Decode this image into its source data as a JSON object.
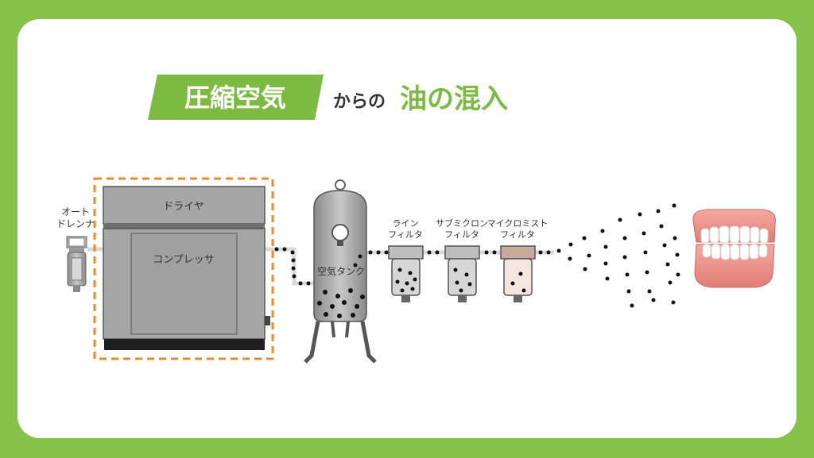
{
  "title": {
    "badge_text": "圧縮空気",
    "connector_text": "からの",
    "highlight_text": "油の混入"
  },
  "labels": {
    "auto_drain_line1": "オート",
    "auto_drain_line2": "ドレンナ",
    "dryer": "ドライヤ",
    "compressor": "コンプレッサ",
    "air_tank": "空気タンク",
    "line_filter_line1": "ライン",
    "line_filter_line2": "フィルタ",
    "submicron_filter_line1": "サブミクロン",
    "submicron_filter_line2": "フィルタ",
    "micromist_filter_line1": "マイクロミスト",
    "micromist_filter_line2": "フィルタ"
  },
  "colors": {
    "background_green": "#85c14b",
    "title_green": "#7cba42",
    "dashed_box_orange": "#e58a2e",
    "machine_gray": "#a6a6a6",
    "dot_black": "#111111"
  },
  "icons": {
    "teeth": "dentures-icon"
  }
}
